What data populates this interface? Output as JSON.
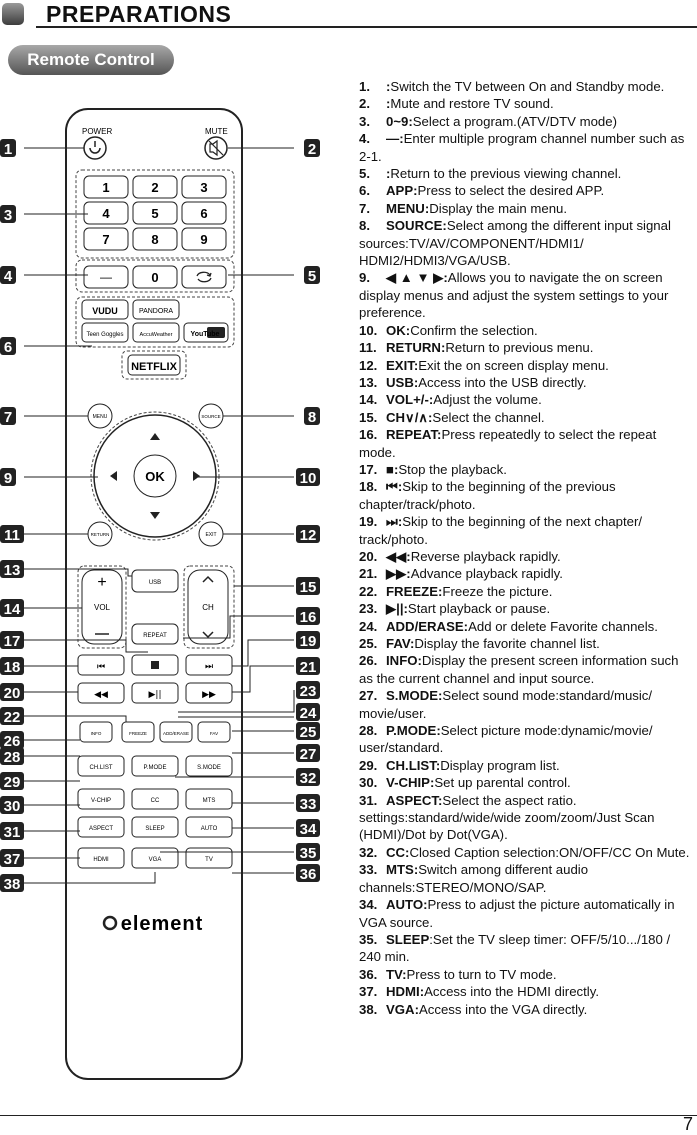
{
  "header": {
    "title": "PREPARATIONS"
  },
  "section": {
    "label": "Remote Control"
  },
  "remote": {
    "power": "POWER",
    "mute": "MUTE",
    "digits": [
      "1",
      "2",
      "3",
      "4",
      "5",
      "6",
      "7",
      "8",
      "9"
    ],
    "dash": "—",
    "zero": "0",
    "apps": [
      "VUDU",
      "PANDORA",
      "Teen Goggles",
      "AccuWeather",
      "YouTube",
      "NETFLIX"
    ],
    "menu": "MENU",
    "source": "SOURCE",
    "ok": "OK",
    "return": "RETURN",
    "exit": "EXIT",
    "usb": "USB",
    "repeat": "REPEAT",
    "vol": "VOL",
    "ch": "CH",
    "row1": [
      "INFO",
      "FREEZE",
      "ADD/ERASE",
      "FAV"
    ],
    "row2": [
      "CH.LIST",
      "P.MODE",
      "S.MODE"
    ],
    "row3": [
      "V-CHIP",
      "CC",
      "MTS"
    ],
    "row4": [
      "ASPECT",
      "SLEEP",
      "AUTO"
    ],
    "row5": [
      "HDMI",
      "VGA",
      "TV"
    ],
    "brand": "element",
    "badges_left": [
      "1",
      "3",
      "4",
      "6",
      "7",
      "9",
      "11",
      "13",
      "14",
      "17",
      "18",
      "20",
      "22",
      "26",
      "28",
      "29",
      "30",
      "31",
      "37",
      "38"
    ],
    "badges_right": [
      "2",
      "5",
      "8",
      "10",
      "12",
      "15",
      "16",
      "19",
      "21",
      "23",
      "24",
      "25",
      "27",
      "32",
      "33",
      "34",
      "35",
      "36"
    ]
  },
  "items": [
    {
      "n": "1.",
      "k": ":",
      "t": "Switch the TV between On and Standby mode."
    },
    {
      "n": "2.",
      "k": ":",
      "t": "Mute and restore TV sound."
    },
    {
      "n": "3.",
      "k": "0~9:",
      "t": "Select a program.(ATV/DTV mode)"
    },
    {
      "n": "4.",
      "k": "—:",
      "t": "Enter multiple program channel number such as 2-1."
    },
    {
      "n": "5.",
      "k": ":",
      "t": "Return to the previous viewing channel."
    },
    {
      "n": "6.",
      "k": "APP:",
      "t": "Press to select the desired APP."
    },
    {
      "n": "7.",
      "k": "MENU:",
      "t": "Display the main menu."
    },
    {
      "n": "8.",
      "k": "SOURCE:",
      "t": "Select among the different input signal sources:TV/AV/COMPONENT/HDMI1/ HDMI2/HDMI3/VGA/USB."
    },
    {
      "n": "9.",
      "k": "◀ ▲ ▼ ▶:",
      "t": "Allows you to navigate the on screen display menus and adjust the system settings to your preference."
    },
    {
      "n": "10.",
      "k": "OK:",
      "t": "Confirm the selection."
    },
    {
      "n": "11.",
      "k": "RETURN:",
      "t": "Return to previous menu."
    },
    {
      "n": "12.",
      "k": "EXIT:",
      "t": "Exit the on screen display menu."
    },
    {
      "n": "13.",
      "k": "USB:",
      "t": "Access into the USB directly."
    },
    {
      "n": "14.",
      "k": "VOL+/-:",
      "t": "Adjust the volume."
    },
    {
      "n": "15.",
      "k": "CH∨/∧:",
      "t": "Select the channel."
    },
    {
      "n": "16.",
      "k": "REPEAT:",
      "t": "Press repeatedly to select the repeat mode."
    },
    {
      "n": "17.",
      "k": "■:",
      "t": "Stop the playback."
    },
    {
      "n": "18.",
      "k": "⏮:",
      "t": "Skip to the beginning of the previous chapter/track/photo."
    },
    {
      "n": "19.",
      "k": "⏭:",
      "t": "Skip to the beginning of the next chapter/ track/photo."
    },
    {
      "n": "20.",
      "k": "◀◀:",
      "t": "Reverse playback rapidly."
    },
    {
      "n": "21.",
      "k": "▶▶:",
      "t": "Advance playback rapidly."
    },
    {
      "n": "22.",
      "k": "FREEZE:",
      "t": "Freeze the picture."
    },
    {
      "n": "23.",
      "k": "▶||:",
      "t": "Start playback or pause."
    },
    {
      "n": "24.",
      "k": "ADD/ERASE:",
      "t": "Add or delete Favorite channels."
    },
    {
      "n": "25.",
      "k": "FAV:",
      "t": "Display the favorite channel list."
    },
    {
      "n": "26.",
      "k": "INFO:",
      "t": "Display the present screen information such as the current channel and input source."
    },
    {
      "n": "27.",
      "k": "S.MODE:",
      "t": "Select sound mode:standard/music/ movie/user."
    },
    {
      "n": "28.",
      "k": "P.MODE:",
      "t": "Select picture mode:dynamic/movie/ user/standard."
    },
    {
      "n": "29.",
      "k": "CH.LIST:",
      "t": "Display program list."
    },
    {
      "n": "30.",
      "k": "V-CHIP:",
      "t": "Set up parental control."
    },
    {
      "n": "31.",
      "k": "ASPECT:",
      "t": "Select the aspect ratio. settings:standard/wide/wide zoom/zoom/Just Scan (HDMI)/Dot by Dot(VGA)."
    },
    {
      "n": "32.",
      "k": "CC:",
      "t": "Closed Caption selection:ON/OFF/CC On Mute."
    },
    {
      "n": "33.",
      "k": "MTS:",
      "t": "Switch among different audio channels:STEREO/MONO/SAP."
    },
    {
      "n": "34.",
      "k": "AUTO:",
      "t": "Press to adjust the picture automatically in VGA source."
    },
    {
      "n": "35.",
      "k": "SLEEP",
      "t": ":Set the TV sleep timer: OFF/5/10.../180 / 240 min."
    },
    {
      "n": "36.",
      "k": "TV:",
      "t": "Press to turn to TV mode."
    },
    {
      "n": "37.",
      "k": "HDMI:",
      "t": "Access into the HDMI directly."
    },
    {
      "n": "38.",
      "k": "VGA:",
      "t": "Access into the VGA directly."
    }
  ],
  "footer": {
    "page": "7"
  }
}
